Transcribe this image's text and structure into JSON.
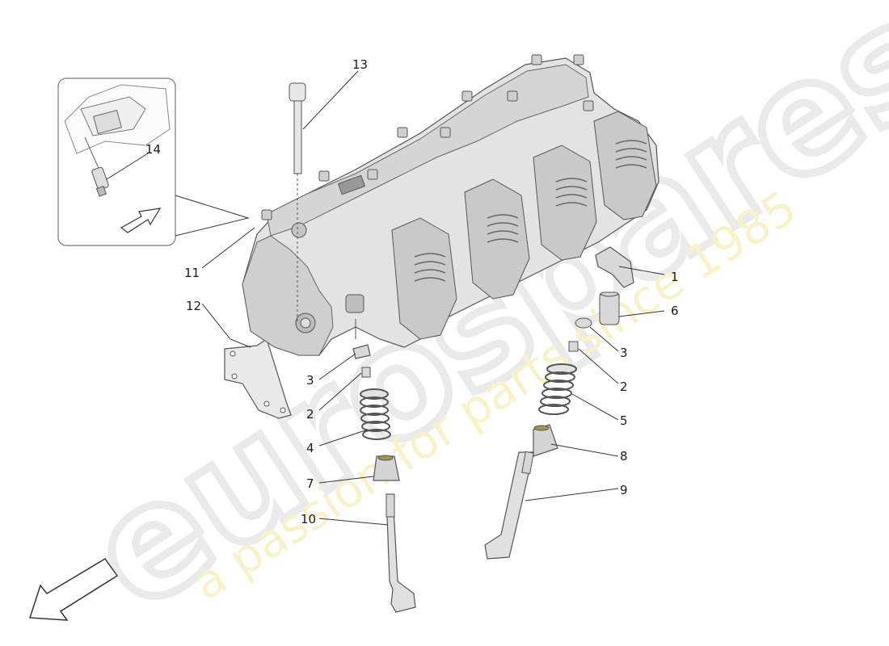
{
  "diagram": {
    "callouts": [
      {
        "id": "1",
        "label": "1"
      },
      {
        "id": "2a",
        "label": "2"
      },
      {
        "id": "2b",
        "label": "2"
      },
      {
        "id": "3a",
        "label": "3"
      },
      {
        "id": "3b",
        "label": "3"
      },
      {
        "id": "4",
        "label": "4"
      },
      {
        "id": "5",
        "label": "5"
      },
      {
        "id": "6",
        "label": "6"
      },
      {
        "id": "7",
        "label": "7"
      },
      {
        "id": "8",
        "label": "8"
      },
      {
        "id": "9",
        "label": "9"
      },
      {
        "id": "10",
        "label": "10"
      },
      {
        "id": "11",
        "label": "11"
      },
      {
        "id": "12",
        "label": "12"
      },
      {
        "id": "13",
        "label": "13"
      },
      {
        "id": "14",
        "label": "14"
      }
    ]
  },
  "watermark": {
    "brand": "eurospares",
    "tagline": "a passion for parts since 1985"
  },
  "colors": {
    "part_fill": "#e6e6e6",
    "part_shadow": "#bdbdbd",
    "part_dark": "#8e8e8e",
    "outline": "#555555",
    "watermark_brand": "#d9d9d9",
    "watermark_tagline": "#f2eeaa"
  }
}
